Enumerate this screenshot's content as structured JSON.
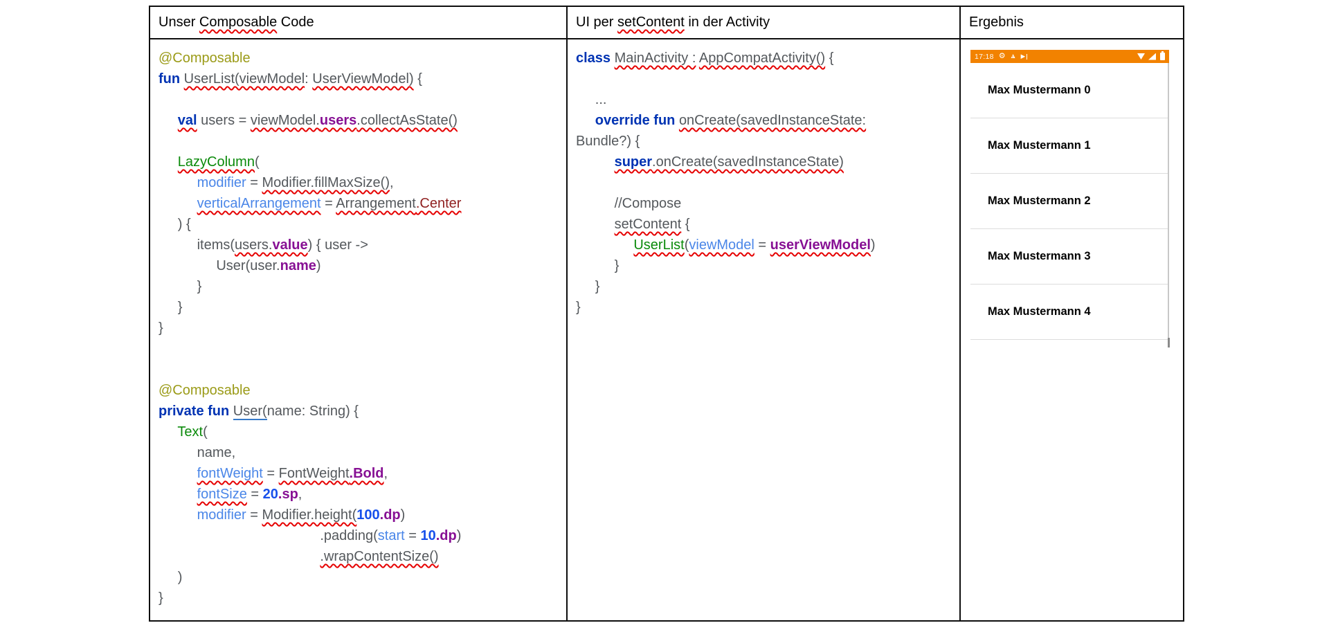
{
  "colors": {
    "kw": "#0033b3",
    "ann": "#9b9b18",
    "fn": "#0a8a0a",
    "param": "#4a86e8",
    "prop": "#871094",
    "num": "#1750eb",
    "red": "#8f1f1f",
    "plain": "#54585c",
    "sq": "#e60000",
    "ulblue": "#3579c8",
    "orange": "#f28200",
    "divider": "#dcdcdc",
    "track": "#c8c8c8",
    "thumb": "#8a8a8a"
  },
  "table": {
    "header1": [
      [
        {
          "t": "Unser "
        },
        {
          "t": "Composable",
          "sq": true
        },
        {
          "t": " Code"
        }
      ]
    ],
    "header2": [
      [
        {
          "t": "UI per "
        },
        {
          "t": "setContent",
          "sq": true
        },
        {
          "t": " in der Activity"
        }
      ]
    ],
    "header3": [
      [
        {
          "t": "Ergebnis"
        }
      ]
    ],
    "col1_code": [
      [
        {
          "t": "@Composable",
          "c": "ann"
        }
      ],
      [
        {
          "t": "fun ",
          "c": "kw"
        },
        {
          "t": "UserList(viewModel",
          "sq": true
        },
        {
          "t": ": "
        },
        {
          "t": "UserViewModel)",
          "sq": true
        },
        {
          "t": " {"
        }
      ],
      [],
      [
        {
          "t": "     "
        },
        {
          "t": "val",
          "c": "kw",
          "sq": true
        },
        {
          "t": " users = "
        },
        {
          "t": "viewModel.",
          "sq": true
        },
        {
          "t": "users",
          "c": "prop",
          "sq": true
        },
        {
          "t": ".collectAsState()",
          "sq": true
        }
      ],
      [],
      [
        {
          "t": "     "
        },
        {
          "t": "LazyColumn",
          "c": "fn",
          "sq": true
        },
        {
          "t": "("
        }
      ],
      [
        {
          "t": "          "
        },
        {
          "t": "modifier",
          "c": "param"
        },
        {
          "t": " = "
        },
        {
          "t": "Modifier.fillMaxSize()",
          "sq": true
        },
        {
          "t": ","
        }
      ],
      [
        {
          "t": "          "
        },
        {
          "t": "verticalArrangement",
          "c": "param",
          "sq": true
        },
        {
          "t": " = "
        },
        {
          "t": "Arrangement",
          "sq": true
        },
        {
          "t": ".Center",
          "c": "red",
          "sq": true
        }
      ],
      [
        {
          "t": "     ) {"
        }
      ],
      [
        {
          "t": "          items("
        },
        {
          "t": "users.",
          "sq": true
        },
        {
          "t": "value",
          "c": "prop",
          "sq": true
        },
        {
          "t": ") { user ->"
        }
      ],
      [
        {
          "t": "               User(user."
        },
        {
          "t": "name",
          "c": "prop"
        },
        {
          "t": ")"
        }
      ],
      [
        {
          "t": "          }"
        }
      ],
      [
        {
          "t": "     }"
        }
      ],
      [
        {
          "t": "}"
        }
      ],
      [],
      [],
      [
        {
          "t": "@Composable",
          "c": "ann"
        }
      ],
      [
        {
          "t": "private fun ",
          "c": "kw"
        },
        {
          "t": "User(",
          "ul": true
        },
        {
          "t": "name: String) {"
        }
      ],
      [
        {
          "t": "     "
        },
        {
          "t": "Text",
          "c": "fn"
        },
        {
          "t": "("
        }
      ],
      [
        {
          "t": "          name,"
        }
      ],
      [
        {
          "t": "          "
        },
        {
          "t": "fontWeight",
          "c": "param",
          "sq": true
        },
        {
          "t": " = "
        },
        {
          "t": "FontWeight",
          "sq": true
        },
        {
          "t": ".Bold",
          "c": "prop",
          "sq": true
        },
        {
          "t": ","
        }
      ],
      [
        {
          "t": "          "
        },
        {
          "t": "fontSize",
          "c": "param",
          "sq": true
        },
        {
          "t": " = "
        },
        {
          "t": "20",
          "c": "num"
        },
        {
          "t": ".sp",
          "c": "prop"
        },
        {
          "t": ","
        }
      ],
      [
        {
          "t": "          "
        },
        {
          "t": "modifier",
          "c": "param"
        },
        {
          "t": " = "
        },
        {
          "t": "Modifier.height(",
          "sq": true
        },
        {
          "t": "100",
          "c": "num"
        },
        {
          "t": ".dp",
          "c": "prop"
        },
        {
          "t": ")"
        }
      ],
      [
        {
          "t": "                                          .padding("
        },
        {
          "t": "start",
          "c": "param"
        },
        {
          "t": " = "
        },
        {
          "t": "10",
          "c": "num"
        },
        {
          "t": ".dp",
          "c": "prop"
        },
        {
          "t": ")"
        }
      ],
      [
        {
          "t": "                                          "
        },
        {
          "t": ".wrapContentSize()",
          "sq": true
        }
      ],
      [
        {
          "t": "     )"
        }
      ],
      [
        {
          "t": "}"
        }
      ]
    ],
    "col2_code": [
      [
        {
          "t": "class ",
          "c": "kw"
        },
        {
          "t": "MainActivity :",
          "sq": true
        },
        {
          "t": " "
        },
        {
          "t": "AppCompatActivity()",
          "sq": true
        },
        {
          "t": " {"
        }
      ],
      [],
      [
        {
          "t": "     ..."
        }
      ],
      [
        {
          "t": "     "
        },
        {
          "t": "override fun ",
          "c": "kw"
        },
        {
          "t": "onCreate(savedInstanceState:",
          "sq": true
        }
      ],
      [
        {
          "t": "Bundle?) {"
        }
      ],
      [
        {
          "t": "          "
        },
        {
          "t": "super",
          "c": "kw",
          "sq": true
        },
        {
          "t": ".onCreate(savedInstanceState)",
          "sq": true
        }
      ],
      [],
      [
        {
          "t": "          //Compose"
        }
      ],
      [
        {
          "t": "          "
        },
        {
          "t": "setContent",
          "sq": true
        },
        {
          "t": " {"
        }
      ],
      [
        {
          "t": "               "
        },
        {
          "t": "UserList",
          "c": "fn",
          "sq": true
        },
        {
          "t": "("
        },
        {
          "t": "viewModel",
          "c": "param",
          "sq": true
        },
        {
          "t": " = "
        },
        {
          "t": "userViewModel",
          "c": "prop",
          "sq": true
        },
        {
          "t": ")"
        }
      ],
      [
        {
          "t": "          }"
        }
      ],
      [
        {
          "t": "     }"
        }
      ],
      [
        {
          "t": "}"
        }
      ]
    ]
  },
  "phone": {
    "status_bar": {
      "time": "17:18",
      "gear_glyph": "⚙",
      "warning_glyph": "▲",
      "warning_mark": "!",
      "flag_glyph": "▶"
    },
    "list_items": [
      "Max Mustermann 0",
      "Max Mustermann 1",
      "Max Mustermann 2",
      "Max Mustermann 3",
      "Max Mustermann 4"
    ]
  }
}
